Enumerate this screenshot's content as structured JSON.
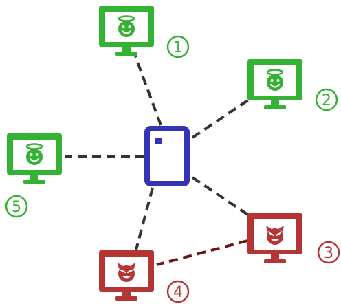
{
  "colors": {
    "good": "#33b233",
    "bad": "#b53434",
    "server": "#3333b3",
    "link": "#333333",
    "bad_link": "#6b1414"
  },
  "nodes": [
    {
      "label": "1",
      "role": "good",
      "icon": "angel-face-icon"
    },
    {
      "label": "2",
      "role": "good",
      "icon": "angel-face-icon"
    },
    {
      "label": "3",
      "role": "bad",
      "icon": "devil-face-icon"
    },
    {
      "label": "4",
      "role": "bad",
      "icon": "devil-face-icon"
    },
    {
      "label": "5",
      "role": "good",
      "icon": "angel-face-icon"
    }
  ],
  "server": {
    "icon": "server-device-icon"
  }
}
